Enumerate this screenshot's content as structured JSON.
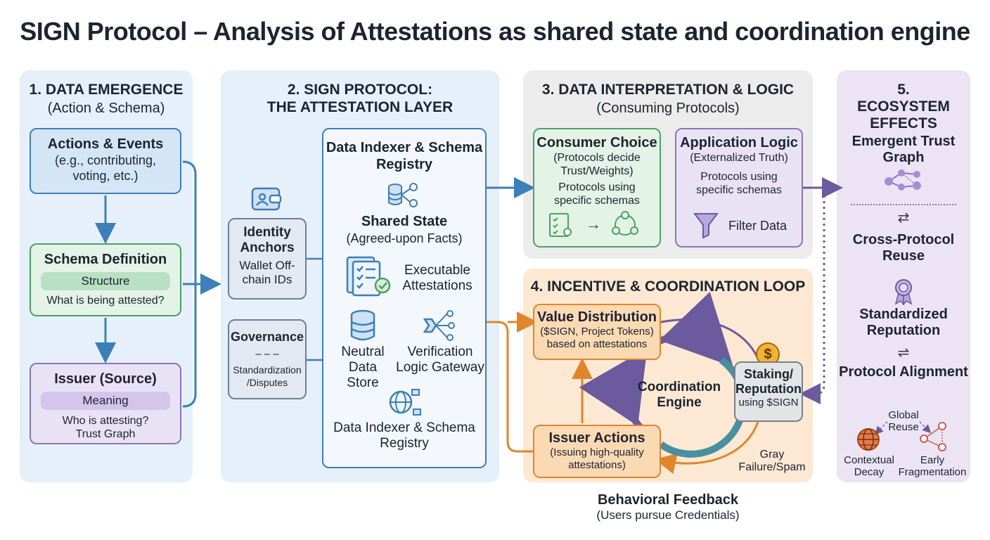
{
  "title": "SIGN Protocol – Analysis of Attestations as shared state and coordination engine",
  "col1": {
    "header": "1. DATA EMERGENCE",
    "subheader": "(Action & Schema)",
    "actions": {
      "title": "Actions & Events",
      "text": "(e.g., contributing, voting, etc.)"
    },
    "schema": {
      "title": "Schema Definition",
      "pill": "Structure",
      "text": "What is being attested?"
    },
    "issuer": {
      "title": "Issuer (Source)",
      "pill": "Meaning",
      "text": "Who is attesting? Trust Graph"
    }
  },
  "col2": {
    "header_line1": "2. SIGN PROTOCOL:",
    "header_line2": "THE ATTESTATION LAYER",
    "identity": {
      "title": "Identity Anchors",
      "text": "Wallet Off-chain IDs"
    },
    "governance": {
      "title": "Governance",
      "dash": "– – –",
      "text": "Standardization /Disputes"
    },
    "indexer_top": "Data Indexer & Schema Registry",
    "shared_state": {
      "title": "Shared State",
      "text": "(Agreed-upon Facts)"
    },
    "executable": "Executable Attestations",
    "neutral": "Neutral Data Store",
    "verification": "Verification Logic Gateway",
    "indexer_bottom": "Data Indexer & Schema Registry"
  },
  "col3": {
    "header": "3. DATA INTERPRETATION & LOGIC",
    "subheader": "(Consuming Protocols)",
    "consumer": {
      "title": "Consumer Choice",
      "text": "(Protocols decide Trust/Weights)",
      "text2": "Protocols using specific schemas",
      "arrow": "→"
    },
    "application": {
      "title": "Application Logic",
      "text": "(Externalized Truth)",
      "text2": "Protocols using specific schemas",
      "filter": "Filter Data"
    }
  },
  "col4": {
    "header": "4. INCENTIVE & COORDINATION LOOP",
    "value": {
      "title": "Value Distribution",
      "text": "($SIGN, Project Tokens) based on attestations"
    },
    "engine": "Coordination Engine",
    "staking": {
      "title": "Staking/ Reputation",
      "text": "using $SIGN",
      "coin": "$"
    },
    "issuer_actions": {
      "title": "Issuer Actions",
      "text": "(Issuing high-quality attestations)"
    },
    "gray": "Gray Failure/Spam",
    "feedback_title": "Behavioral Feedback",
    "feedback_text": "(Users pursue Credentials)"
  },
  "col5": {
    "header": "5. ECOSYSTEM EFFECTS",
    "trust": "Emergent Trust Graph",
    "reuse": "Cross-Protocol Reuse",
    "reuse_icon": "⇄",
    "reputation": "Standardized Reputation",
    "align_icon": "⇌",
    "alignment": "Protocol Alignment",
    "global": "Global Reuse",
    "decay": "Contextual Decay",
    "fragment": "Early Fragmentation"
  },
  "colors": {
    "blue": "#3d7fb8",
    "green": "#4aa266",
    "purple": "#8a76b8",
    "orange": "#e0862a",
    "loop_purple": "#6b5a9e",
    "loop_teal": "#4a8fa0"
  }
}
